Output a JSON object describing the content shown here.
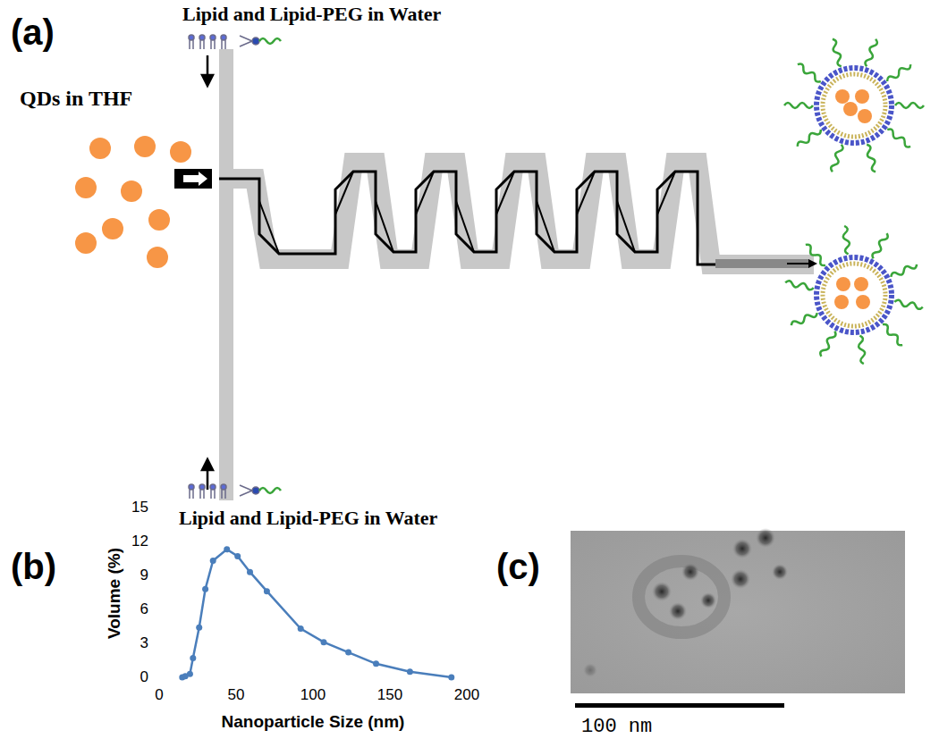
{
  "diagram": {
    "labels": [
      "(a)",
      "QDs in THF",
      "Lipid and Lipid-PEG in Water",
      "Lipid and Lipid-PEG in Water",
      "(b)",
      "15",
      "12",
      "9",
      "6",
      "3",
      "0",
      "Volume (%)",
      "0",
      "50",
      "100",
      "150",
      "200",
      "Nanoparticle Size (nm)",
      "(c)",
      "100 nm"
    ]
  }
}
